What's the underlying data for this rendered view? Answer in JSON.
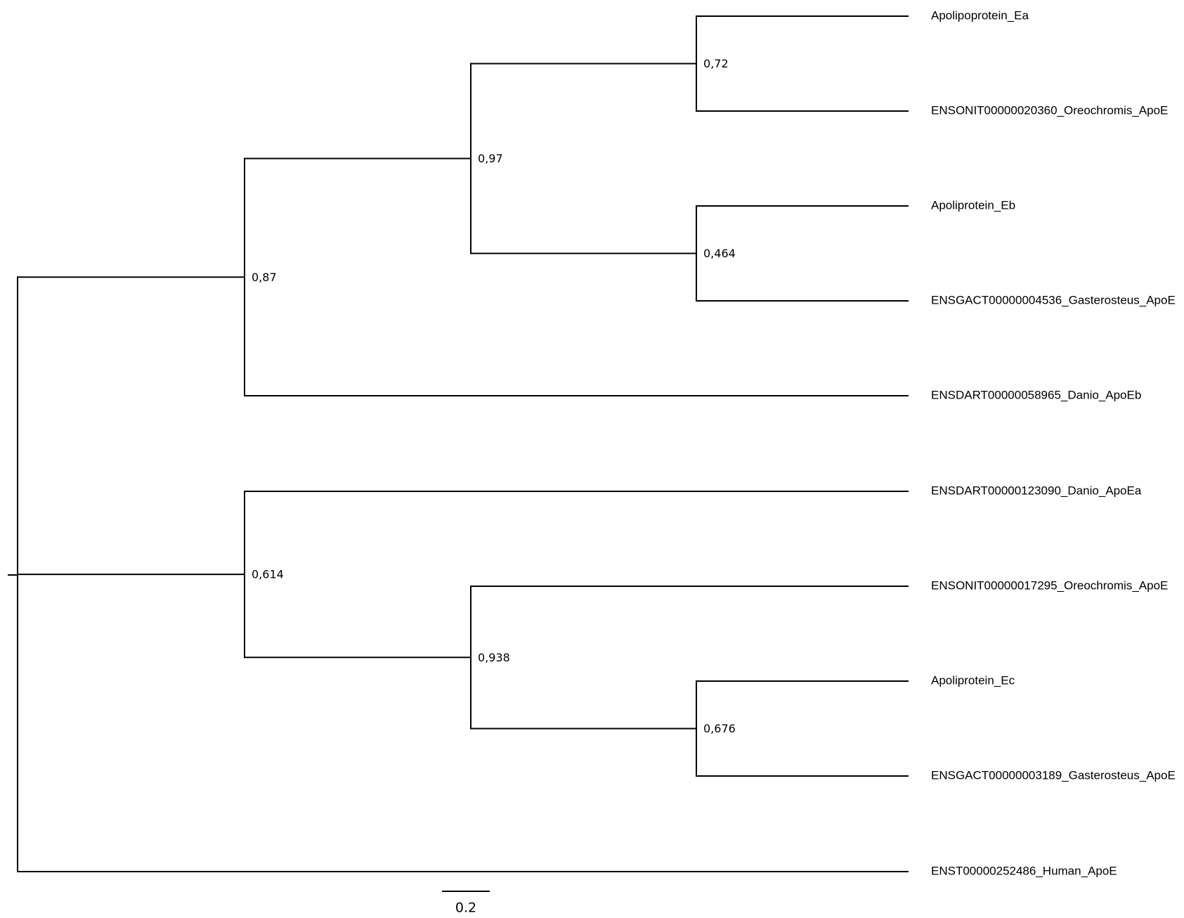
{
  "tree": {
    "leaves": [
      {
        "id": "apoea",
        "label": "Apolipoprotein_Ea"
      },
      {
        "id": "oreo20360",
        "label": "ENSONIT00000020360_Oreochromis_ApoE"
      },
      {
        "id": "apoeb",
        "label": "Apoliprotein_Eb"
      },
      {
        "id": "gast4536",
        "label": "ENSGACT00000004536_Gasterosteus_ApoE"
      },
      {
        "id": "danio58965",
        "label": "ENSDART00000058965_Danio_ApoEb"
      },
      {
        "id": "danio123090",
        "label": "ENSDART00000123090_Danio_ApoEa"
      },
      {
        "id": "oreo17295",
        "label": "ENSONIT00000017295_Oreochromis_ApoE"
      },
      {
        "id": "apoec",
        "label": "Apoliprotein_Ec"
      },
      {
        "id": "gast3189",
        "label": "ENSGACT00000003189_Gasterosteus_ApoE"
      },
      {
        "id": "human",
        "label": "ENST00000252486_Human_ApoE"
      }
    ],
    "nodes": [
      {
        "id": "n072",
        "support": "0,72",
        "children": [
          "apoea",
          "oreo20360"
        ]
      },
      {
        "id": "n0464",
        "support": "0,464",
        "children": [
          "apoeb",
          "gast4536"
        ]
      },
      {
        "id": "n097",
        "support": "0,97",
        "children": [
          "n072",
          "n0464"
        ]
      },
      {
        "id": "n087",
        "support": "0,87",
        "children": [
          "n097",
          "danio58965"
        ]
      },
      {
        "id": "n0676",
        "support": "0,676",
        "children": [
          "apoec",
          "gast3189"
        ]
      },
      {
        "id": "n0938",
        "support": "0,938",
        "children": [
          "oreo17295",
          "n0676"
        ]
      },
      {
        "id": "n0614",
        "support": "0,614",
        "children": [
          "danio123090",
          "n0938"
        ]
      },
      {
        "id": "root",
        "support": "",
        "children": [
          "n087",
          "n0614",
          "human"
        ]
      }
    ]
  },
  "scale_bar": {
    "label": "0.2",
    "value": 0.2
  }
}
